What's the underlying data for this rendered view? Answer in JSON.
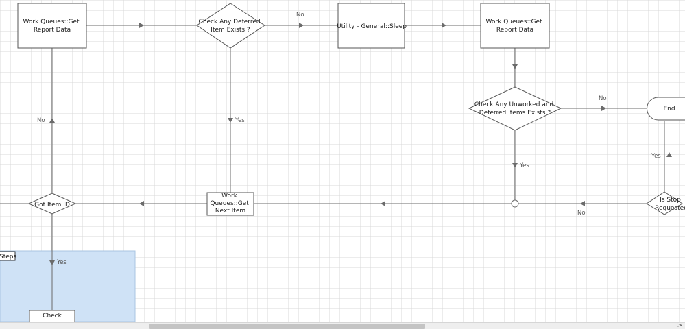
{
  "nodes": {
    "wq_get_report_1": "Work Queues::Get\nReport Data",
    "check_deferred": "Check Any Deferred\nItem Exists ?",
    "sleep": "Utility - General::Sleep",
    "wq_get_report_2": "Work Queues::Get\nReport Data",
    "check_unworked": "Check Any Unworked and\nDeferred Items Exists ?",
    "end": "End",
    "is_stop": "Is Stop\nRequested",
    "get_next": "Work\nQueues::Get\nNext Item",
    "got_item": "Got Item ID",
    "check_partial": "Check",
    "steps_tag": "Steps"
  },
  "edge_labels": {
    "deferred_no": "No",
    "deferred_yes": "Yes",
    "unworked_no": "No",
    "unworked_yes": "Yes",
    "stop_yes": "Yes",
    "stop_no": "No",
    "gotitem_no": "No",
    "gotitem_yes": "Yes"
  },
  "colors": {
    "line": "#6b6b6b",
    "grid": "#d9d9d9",
    "block_fill": "#cfe2f6",
    "shape_stroke": "#555555"
  },
  "scrollbar": {
    "right_arrow": ">"
  }
}
